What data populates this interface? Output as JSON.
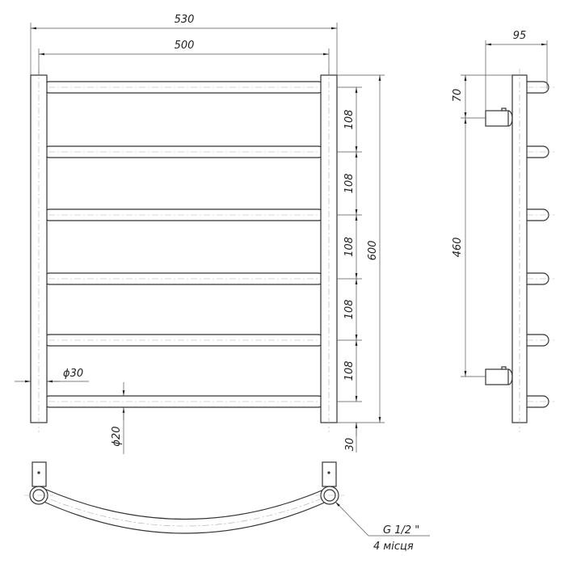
{
  "drawing": {
    "dims": {
      "overall_width": "530",
      "rail_width": "500",
      "rail_spacing": [
        "108",
        "108",
        "108",
        "108",
        "108"
      ],
      "height": "600",
      "bottom_offset": "30",
      "post_diameter": "ϕ30",
      "rail_diameter": "ϕ20",
      "depth": "95",
      "top_connection": "70",
      "connection_spacing": "460"
    },
    "callout": {
      "thread": "G 1/2 \"",
      "count": "4 місця"
    },
    "colors": {
      "line": "#333333",
      "background": "#ffffff"
    }
  }
}
